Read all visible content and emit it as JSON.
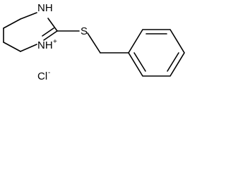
{
  "molecule": {
    "atoms": {
      "nh": "NH",
      "nh_plus": "NH",
      "nh_plus_charge": "+",
      "sulfur": "S"
    },
    "counterion": {
      "symbol": "Cl",
      "charge": "-"
    }
  }
}
